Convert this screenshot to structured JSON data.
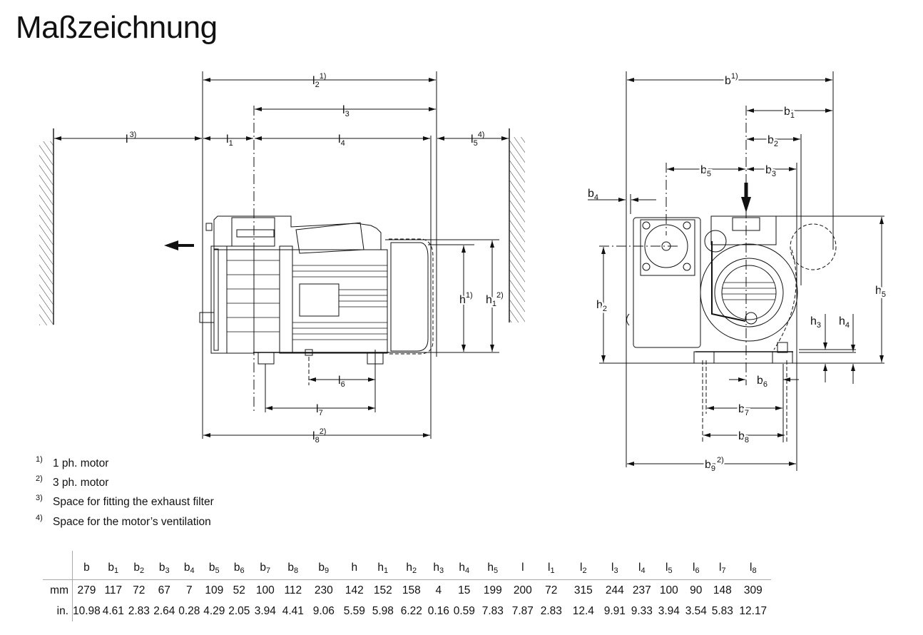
{
  "title": "Maßzeichnung",
  "side_view_labels": {
    "l": {
      "base": "l",
      "sub": "",
      "sup": "3)"
    },
    "l1": {
      "base": "l",
      "sub": "1",
      "sup": ""
    },
    "l2": {
      "base": "l",
      "sub": "2",
      "sup": "1)"
    },
    "l3": {
      "base": "l",
      "sub": "3",
      "sup": ""
    },
    "l4": {
      "base": "l",
      "sub": "4",
      "sup": ""
    },
    "l5": {
      "base": "l",
      "sub": "5",
      "sup": "4)"
    },
    "l6": {
      "base": "l",
      "sub": "6",
      "sup": ""
    },
    "l7": {
      "base": "l",
      "sub": "7",
      "sup": ""
    },
    "l8": {
      "base": "l",
      "sub": "8",
      "sup": "2)"
    },
    "h": {
      "base": "h",
      "sub": "",
      "sup": "1)"
    },
    "h1": {
      "base": "h",
      "sub": "1",
      "sup": "2)"
    }
  },
  "front_view_labels": {
    "b": {
      "base": "b",
      "sub": "",
      "sup": "1)"
    },
    "b1": {
      "base": "b",
      "sub": "1",
      "sup": ""
    },
    "b2": {
      "base": "b",
      "sub": "2",
      "sup": ""
    },
    "b3": {
      "base": "b",
      "sub": "3",
      "sup": ""
    },
    "b4": {
      "base": "b",
      "sub": "4",
      "sup": ""
    },
    "b5": {
      "base": "b",
      "sub": "5",
      "sup": ""
    },
    "b6": {
      "base": "b",
      "sub": "6",
      "sup": ""
    },
    "b7": {
      "base": "b",
      "sub": "7",
      "sup": ""
    },
    "b8": {
      "base": "b",
      "sub": "8",
      "sup": ""
    },
    "b9": {
      "base": "b",
      "sub": "9",
      "sup": "2)"
    },
    "h2": {
      "base": "h",
      "sub": "2",
      "sup": ""
    },
    "h3": {
      "base": "h",
      "sub": "3",
      "sup": ""
    },
    "h4": {
      "base": "h",
      "sub": "4",
      "sup": ""
    },
    "h5": {
      "base": "h",
      "sub": "5",
      "sup": ""
    }
  },
  "notes": [
    {
      "mark": "1)",
      "text": "1 ph. motor"
    },
    {
      "mark": "2)",
      "text": "3 ph. motor"
    },
    {
      "mark": "3)",
      "text": "Space for fitting the exhaust filter"
    },
    {
      "mark": "4)",
      "text": "Space for the motor’s ventilation"
    }
  ],
  "table": {
    "columns": [
      {
        "base": "b",
        "sub": ""
      },
      {
        "base": "b",
        "sub": "1"
      },
      {
        "base": "b",
        "sub": "2"
      },
      {
        "base": "b",
        "sub": "3"
      },
      {
        "base": "b",
        "sub": "4"
      },
      {
        "base": "b",
        "sub": "5"
      },
      {
        "base": "b",
        "sub": "6"
      },
      {
        "base": "b",
        "sub": "7"
      },
      {
        "base": "b",
        "sub": "8"
      },
      {
        "base": "b",
        "sub": "9"
      },
      {
        "base": "h",
        "sub": ""
      },
      {
        "base": "h",
        "sub": "1"
      },
      {
        "base": "h",
        "sub": "2"
      },
      {
        "base": "h",
        "sub": "3"
      },
      {
        "base": "h",
        "sub": "4"
      },
      {
        "base": "h",
        "sub": "5"
      },
      {
        "base": "l",
        "sub": ""
      },
      {
        "base": "l",
        "sub": "1"
      },
      {
        "base": "l",
        "sub": "2"
      },
      {
        "base": "l",
        "sub": "3"
      },
      {
        "base": "l",
        "sub": "4"
      },
      {
        "base": "l",
        "sub": "5"
      },
      {
        "base": "l",
        "sub": "6"
      },
      {
        "base": "l",
        "sub": "7"
      },
      {
        "base": "l",
        "sub": "8"
      }
    ],
    "rows": [
      {
        "unit": "mm",
        "values": [
          "279",
          "117",
          "72",
          "67",
          "7",
          "109",
          "52",
          "100",
          "112",
          "230",
          "142",
          "152",
          "158",
          "4",
          "15",
          "199",
          "200",
          "72",
          "315",
          "244",
          "237",
          "100",
          "90",
          "148",
          "309"
        ]
      },
      {
        "unit": "in.",
        "values": [
          "10.98",
          "4.61",
          "2.83",
          "2.64",
          "0.28",
          "4.29",
          "2.05",
          "3.94",
          "4.41",
          "9.06",
          "5.59",
          "5.98",
          "6.22",
          "0.16",
          "0.59",
          "7.83",
          "7.87",
          "2.83",
          "12.4",
          "9.91",
          "9.33",
          "3.94",
          "3.54",
          "5.83",
          "12.17"
        ]
      }
    ]
  }
}
